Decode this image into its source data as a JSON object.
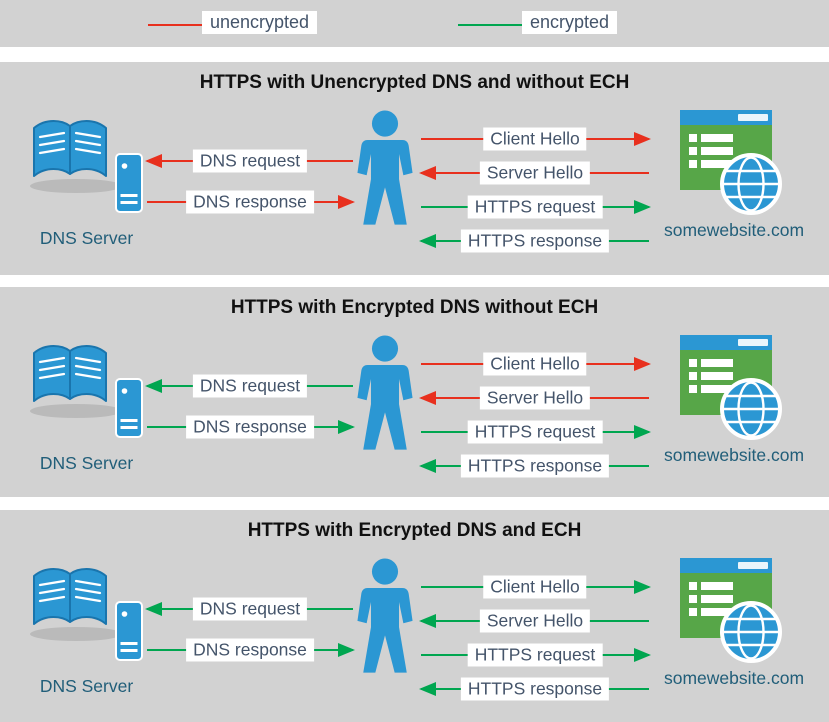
{
  "colors": {
    "red": "#e8301e",
    "green": "#00a650",
    "blue": "#2b97d3",
    "blue_dark": "#1a75ad",
    "icon_green": "#57a648",
    "panel_bg": "#d2d2d2",
    "page_bg": "#ffffff",
    "label_bg": "#ffffff",
    "label_text": "#44546a",
    "name_text": "#215e79",
    "title_text": "#111111",
    "shadow_gray": "#a6a6a6"
  },
  "legend": {
    "items": [
      {
        "label": "unencrypted",
        "color": "red"
      },
      {
        "label": "encrypted",
        "color": "green"
      }
    ]
  },
  "panels": [
    {
      "title": "HTTPS with Unencrypted DNS and without ECH",
      "dns_server_label": "DNS Server",
      "website_label": "somewebsite.com",
      "dns_arrows": [
        {
          "label": "DNS request",
          "direction": "left",
          "color": "red"
        },
        {
          "label": "DNS response",
          "direction": "right",
          "color": "red"
        }
      ],
      "https_arrows": [
        {
          "label": "Client Hello",
          "direction": "right",
          "color": "red"
        },
        {
          "label": "Server Hello",
          "direction": "left",
          "color": "red"
        },
        {
          "label": "HTTPS request",
          "direction": "right",
          "color": "green"
        },
        {
          "label": "HTTPS response",
          "direction": "left",
          "color": "green"
        }
      ]
    },
    {
      "title": "HTTPS with Encrypted DNS without ECH",
      "dns_server_label": "DNS Server",
      "website_label": "somewebsite.com",
      "dns_arrows": [
        {
          "label": "DNS request",
          "direction": "left",
          "color": "green"
        },
        {
          "label": "DNS response",
          "direction": "right",
          "color": "green"
        }
      ],
      "https_arrows": [
        {
          "label": "Client Hello",
          "direction": "right",
          "color": "red"
        },
        {
          "label": "Server Hello",
          "direction": "left",
          "color": "red"
        },
        {
          "label": "HTTPS request",
          "direction": "right",
          "color": "green"
        },
        {
          "label": "HTTPS response",
          "direction": "left",
          "color": "green"
        }
      ]
    },
    {
      "title": "HTTPS with Encrypted DNS and ECH",
      "dns_server_label": "DNS Server",
      "website_label": "somewebsite.com",
      "dns_arrows": [
        {
          "label": "DNS request",
          "direction": "left",
          "color": "green"
        },
        {
          "label": "DNS response",
          "direction": "right",
          "color": "green"
        }
      ],
      "https_arrows": [
        {
          "label": "Client Hello",
          "direction": "right",
          "color": "green"
        },
        {
          "label": "Server Hello",
          "direction": "left",
          "color": "green"
        },
        {
          "label": "HTTPS request",
          "direction": "right",
          "color": "green"
        },
        {
          "label": "HTTPS response",
          "direction": "left",
          "color": "green"
        }
      ]
    }
  ]
}
